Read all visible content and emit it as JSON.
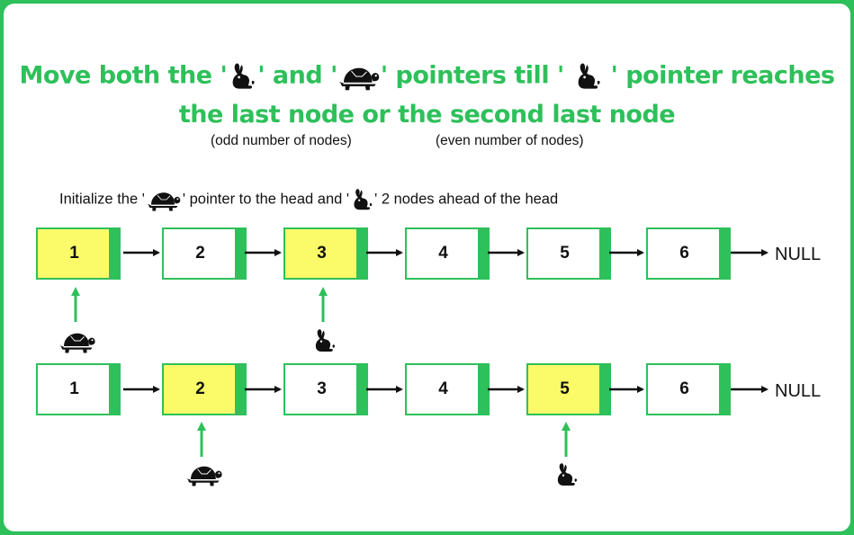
{
  "title": {
    "line1_a": "Move both the '",
    "line1_b": "' and '",
    "line1_c": "' pointers till '",
    "line1_d": "' pointer reaches",
    "line2": "the last node or the second last node"
  },
  "subtitles": {
    "odd": "(odd number of nodes)",
    "even": "(even number of nodes)"
  },
  "init": {
    "part1": "Initialize  the '",
    "part2": "' pointer to the head and '",
    "part3": "' 2 nodes ahead of the head"
  },
  "list1": {
    "nodes": [
      "1",
      "2",
      "3",
      "4",
      "5",
      "6"
    ],
    "highlighted": [
      0,
      2
    ],
    "tail": "NULL"
  },
  "list2": {
    "nodes": [
      "1",
      "2",
      "3",
      "4",
      "5",
      "6"
    ],
    "highlighted": [
      1,
      4
    ],
    "tail": "NULL"
  },
  "colors": {
    "accent": "#2ec05a",
    "highlight": "#fbfb6a",
    "text": "#111111"
  },
  "icons": {
    "slow": "turtle-icon",
    "fast": "rabbit-icon"
  }
}
